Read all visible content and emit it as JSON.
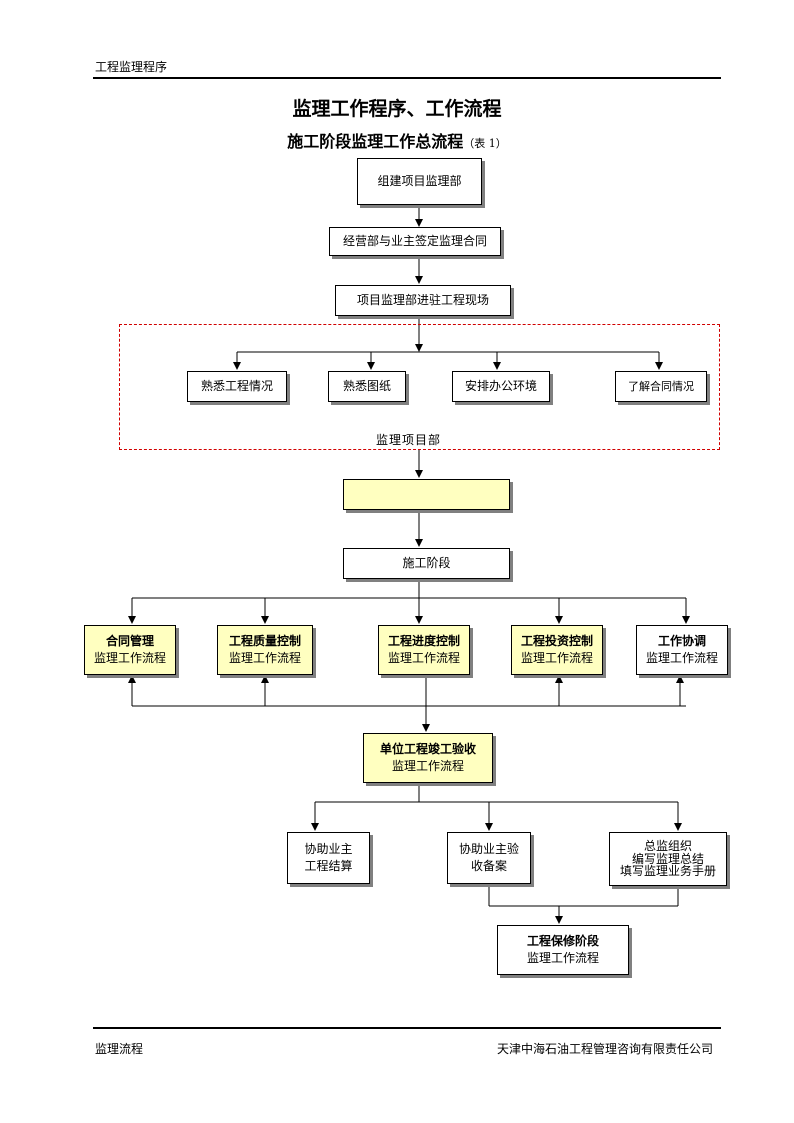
{
  "header": {
    "title": "工程监理程序"
  },
  "titles": {
    "main": "监理工作程序、工作流程",
    "sub": "施工阶段监理工作总流程",
    "sub_note": "（表 1）"
  },
  "nodes": {
    "form_dept": "组建项目监理部",
    "contract": "经营部与业主签定监理合同",
    "enter_site": "项目监理部进驻工程现场",
    "familiar_project": "熟悉工程情况",
    "familiar_drawings": "熟悉图纸",
    "arrange_office": "安排办公环境",
    "understand_contract": "了解合同情况",
    "dept_label": "监理项目部",
    "yellow_blank": "",
    "construction_stage": "施工阶段",
    "contract_mgmt": {
      "title": "合同管理",
      "sub": "监理工作流程"
    },
    "quality_ctrl": {
      "title": "工程质量控制",
      "sub": "监理工作流程"
    },
    "progress_ctrl": {
      "title": "工程进度控制",
      "sub": "监理工作流程"
    },
    "invest_ctrl": {
      "title": "工程投资控制",
      "sub": "监理工作流程"
    },
    "coordination": {
      "title": "工作协调",
      "sub": "监理工作流程"
    },
    "acceptance": {
      "title": "单位工程竣工验收",
      "sub": "监理工作流程"
    },
    "assist_settlement": {
      "line1": "协助业主",
      "line2": "工程结算"
    },
    "assist_filing": {
      "line1": "协助业主验",
      "line2": "收备案"
    },
    "summary": {
      "line1": "总监组织",
      "line2": "编写监理总结",
      "line3": "填写监理业务手册"
    },
    "warranty": {
      "title": "工程保修阶段",
      "sub": "监理工作流程"
    }
  },
  "footer": {
    "left": "监理流程",
    "right": "天津中海石油工程管理咨询有限责任公司"
  }
}
